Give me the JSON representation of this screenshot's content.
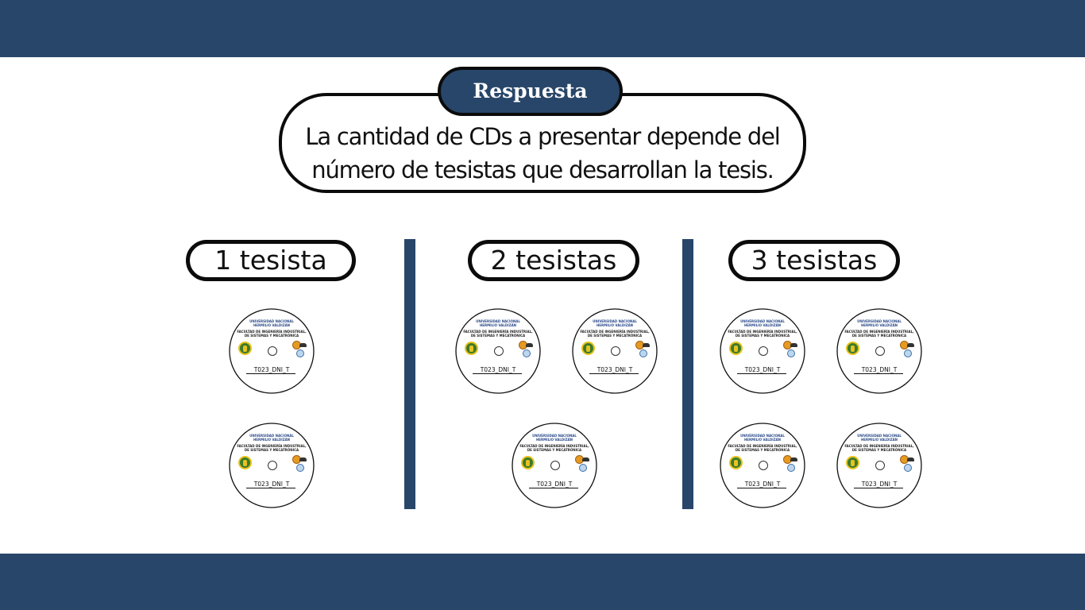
{
  "answer": {
    "tag": "Respuesta",
    "text_line1": "La cantidad de CDs a presentar depende del",
    "text_line2": "número de tesistas que desarrollan la tesis."
  },
  "groups": [
    {
      "label": "1 tesista"
    },
    {
      "label": "2 tesistas"
    },
    {
      "label": "3 tesistas"
    }
  ],
  "cd": {
    "university_line1": "UNIVERSIDAD NACIONAL",
    "university_line2": "HERMILIO VALDIZÁN",
    "faculty_line1": "FACULTAD DE INGENIERÍA INDUSTRIAL,",
    "faculty_line2": "DE SISTEMAS Y MECATRÓNICA",
    "code": "T023_DNI_T",
    "icons": [
      "university-crest-icon",
      "center-hole",
      "gear-icon",
      "wing-emblem-icon",
      "globe-icon"
    ]
  },
  "colors": {
    "navy": "#284669",
    "outline": "#0b0b0b",
    "background": "#ffffff"
  }
}
